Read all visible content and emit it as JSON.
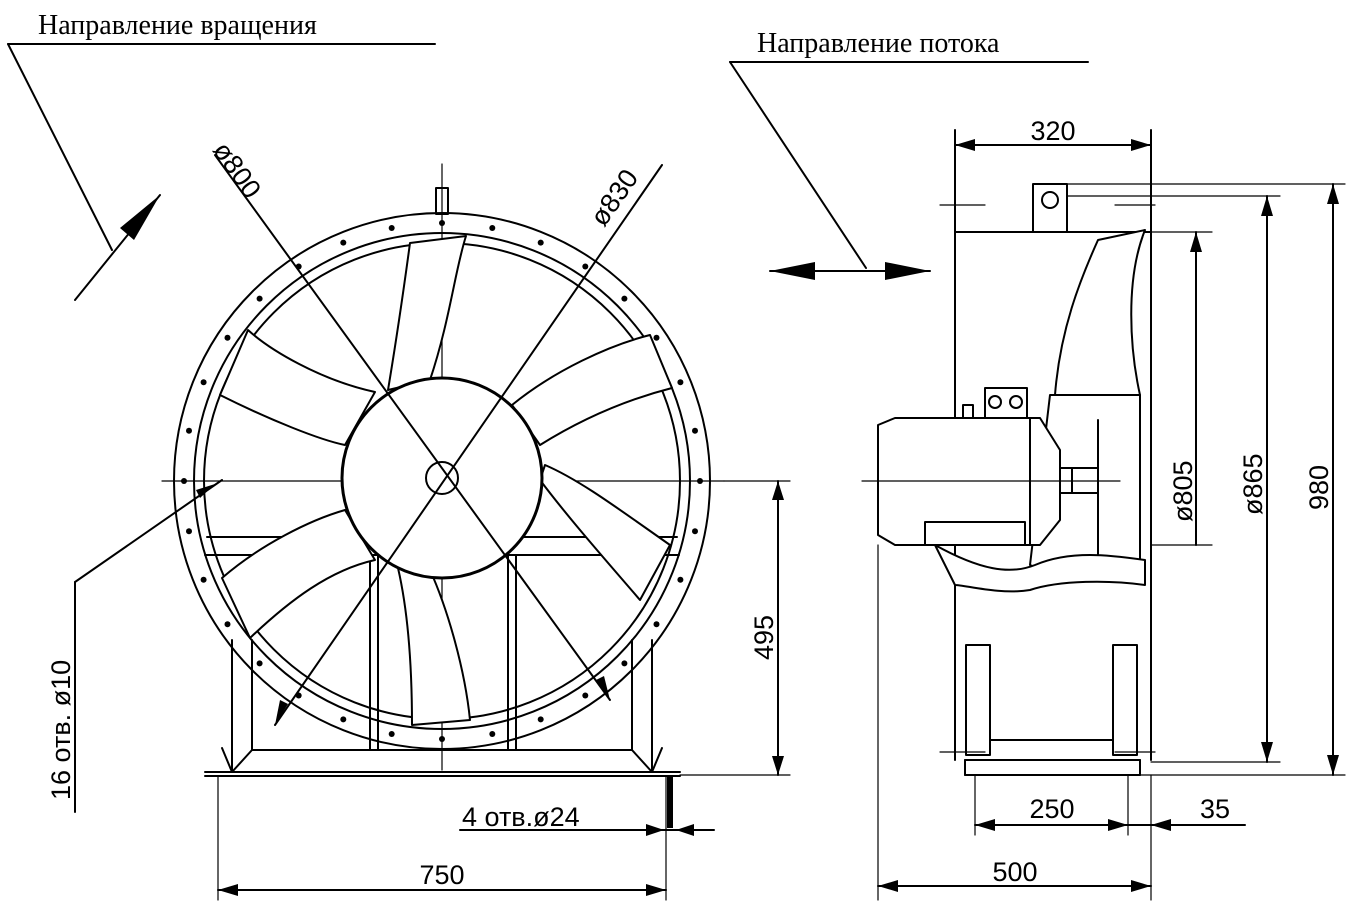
{
  "labels": {
    "rotation_direction": "Направление вращения",
    "flow_direction": "Направление потока",
    "holes_small": "16 отв. ø10",
    "holes_base": "4 отв.ø24"
  },
  "dimensions": {
    "d800": "ø800",
    "d830": "ø830",
    "width_750": "750",
    "height_495": "495",
    "top_320": "320",
    "d805": "ø805",
    "d865": "ø865",
    "height_980": "980",
    "base_250": "250",
    "offset_35": "35",
    "length_500": "500"
  },
  "colors": {
    "line": "#000000",
    "background": "#ffffff"
  }
}
